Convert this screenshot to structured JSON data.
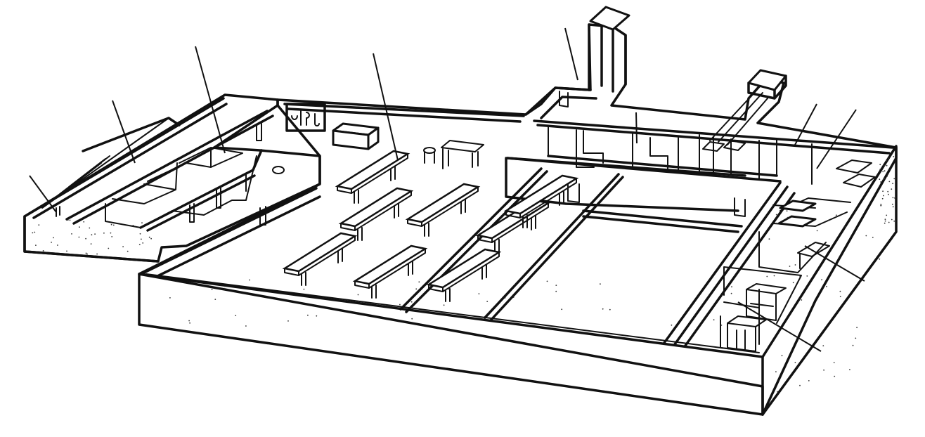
{
  "diagram": {
    "subject": "cutaway-isometric-building-floor-plan",
    "ink_color": "#111111",
    "paper_color": "#ffffff",
    "callout_count": 10,
    "table_count": 8
  }
}
